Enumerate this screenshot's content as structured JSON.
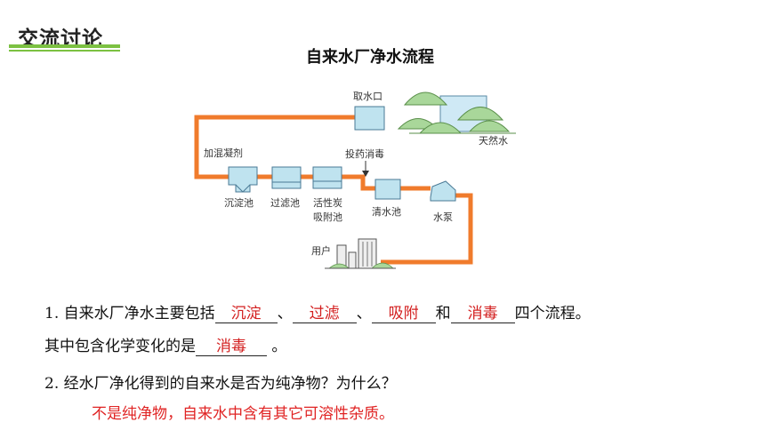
{
  "header": {
    "title": "交流讨论"
  },
  "diagram": {
    "title": "自来水厂净水流程",
    "labels": {
      "intake": "取水口",
      "natural_water": "天然水",
      "coagulant": "加混凝剂",
      "disinfect_input": "投药消毒",
      "sediment_tank": "沉淀池",
      "filter_tank": "过滤池",
      "carbon_line1": "活性炭",
      "carbon_line2": "吸附池",
      "clear_tank": "清水池",
      "pump": "水泵",
      "user": "用户"
    },
    "colors": {
      "pipe": "#f07b2c",
      "water": "#cfe9f5",
      "hill": "#a9d79a",
      "box": "#bfe3ef"
    }
  },
  "questions": {
    "q1": {
      "prefix": "1. 自来水厂净水主要包括",
      "sep1": "、",
      "sep2": "、",
      "and": "和",
      "suffix": "四个流程。",
      "answers": [
        "沉淀",
        "过滤",
        "吸附",
        "消毒"
      ]
    },
    "q1b": {
      "prefix": "其中包含化学变化的是",
      "answer": "消毒",
      "suffix": " 。"
    },
    "q2": {
      "text": "2. 经水厂净化得到的自来水是否为纯净物？为什么？",
      "answer": "不是纯净物，自来水中含有其它可溶性杂质。"
    }
  }
}
